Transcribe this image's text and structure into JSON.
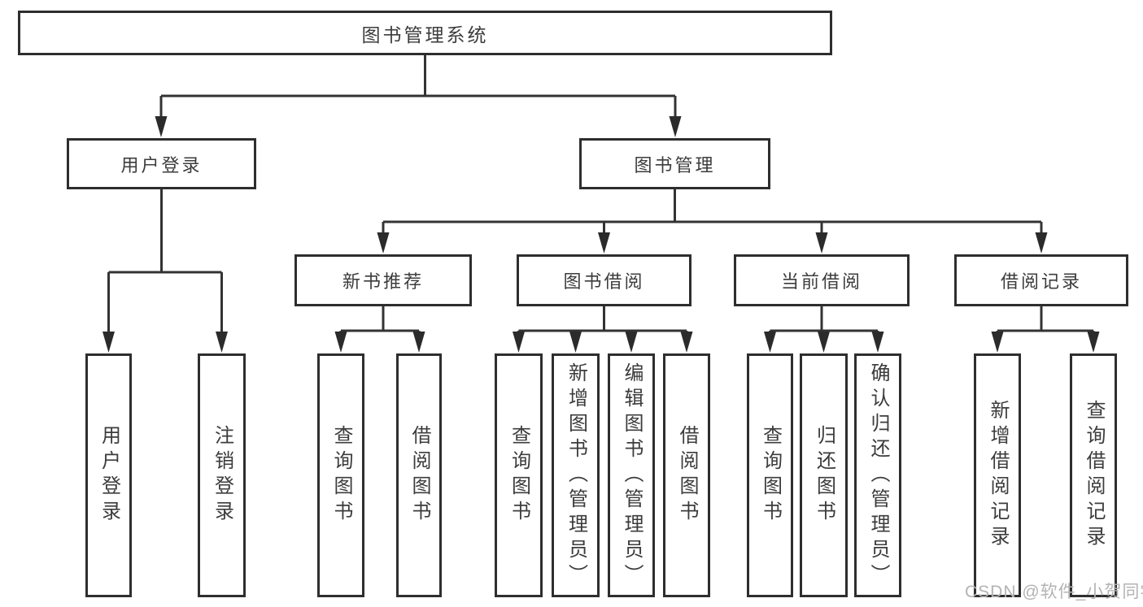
{
  "diagram": {
    "root": "图书管理系统",
    "user_login": {
      "label": "用户登录",
      "children": [
        "用户登录",
        "注销登录"
      ]
    },
    "book_mgmt": {
      "label": "图书管理",
      "children": [
        {
          "label": "新书推荐",
          "children": [
            "查询图书",
            "借阅图书"
          ]
        },
        {
          "label": "图书借阅",
          "children": [
            "查询图书",
            "新增图书（管理员）",
            "编辑图书（管理员）",
            "借阅图书"
          ]
        },
        {
          "label": "当前借阅",
          "children": [
            "查询图书",
            "归还图书",
            "确认归还（管理员）"
          ]
        },
        {
          "label": "借阅记录",
          "children": [
            "新增借阅记录",
            "查询借阅记录"
          ]
        }
      ]
    }
  },
  "watermark": "CSDN @软件_小贺同学",
  "colors": {
    "line": "#333333",
    "box_border": "#2e2e2e",
    "text": "#3c3c3c",
    "watermark": "#b3b3b3",
    "background": "#ffffff"
  }
}
